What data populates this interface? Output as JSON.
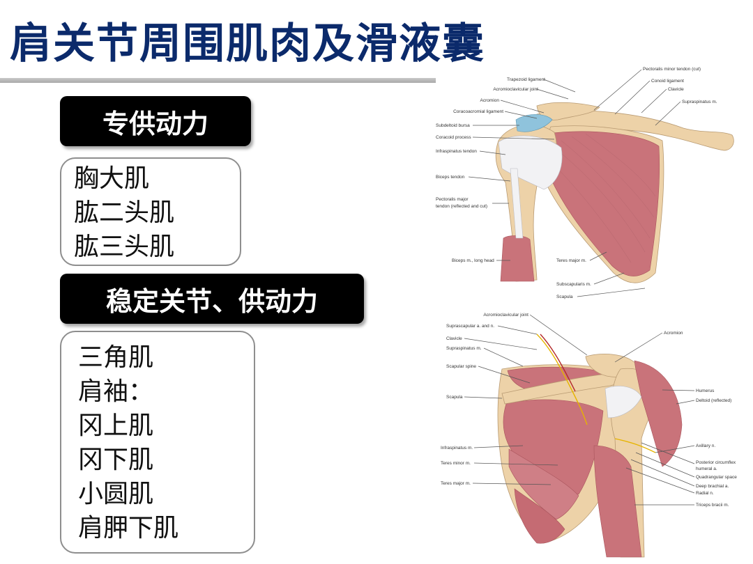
{
  "title": "肩关节周围肌肉及滑液囊",
  "section1": {
    "heading": "专供动力",
    "items": [
      "胸大肌",
      "肱二头肌",
      "肱三头肌"
    ]
  },
  "section2": {
    "heading": "稳定关节、供动力",
    "items": [
      "三角肌",
      "肩袖：",
      "冈上肌",
      "冈下肌",
      "小圆肌",
      "肩胛下肌"
    ]
  },
  "figure_top_labels": {
    "trapezoid": "Trapezoid ligament",
    "acromioclavicular": "Acromioclavicular joint",
    "acromion": "Acromion",
    "coracoacromial": "Coracoacromial ligament",
    "subdeltoid": "Subdeltoid bursa",
    "coracoid": "Coracoid process",
    "infraspinatus_tendon": "Infraspinatus tendon",
    "biceps_tendon": "Biceps tendon",
    "pectoralis_major_1": "Pectoralis major",
    "pectoralis_major_2": "tendon (reflected and cut)",
    "biceps_long": "Biceps m., long head",
    "pect_minor": "Pectoralis minor tendon (cut)",
    "conoid": "Conoid ligament",
    "clavicle": "Clavicle",
    "supraspinatus": "Supraspinatus m.",
    "teres_major": "Teres major m.",
    "subscapularis": "Subscapularis m.",
    "scapula": "Scapula"
  },
  "figure_bottom_labels": {
    "acromioclavicular": "Acromioclavicular joint",
    "suprascapular": "Suprascapular a. and n.",
    "clavicle": "Clavicle",
    "supraspinatus": "Supraspinatus m.",
    "scapular_spine": "Scapular spine",
    "scapula": "Scapula",
    "infraspinatus": "Infraspinatus m.",
    "teres_minor": "Teres minor m.",
    "teres_major": "Teres major m.",
    "acromion": "Acromion",
    "humerus": "Humerus",
    "deltoid": "Deltoid (reflected)",
    "axillary": "Axillary n.",
    "post_circ_1": "Posterior circumflex",
    "post_circ_2": "humeral a.",
    "quadrangular": "Quadrangular space",
    "deep_brachial": "Deep brachial a.",
    "radial": "Radial n.",
    "triceps": "Triceps bracii m."
  },
  "colors": {
    "title": "#0b2a6b",
    "muscle": "#c9737a",
    "bone": "#edd2a8",
    "bursa": "#8fc3dc"
  }
}
